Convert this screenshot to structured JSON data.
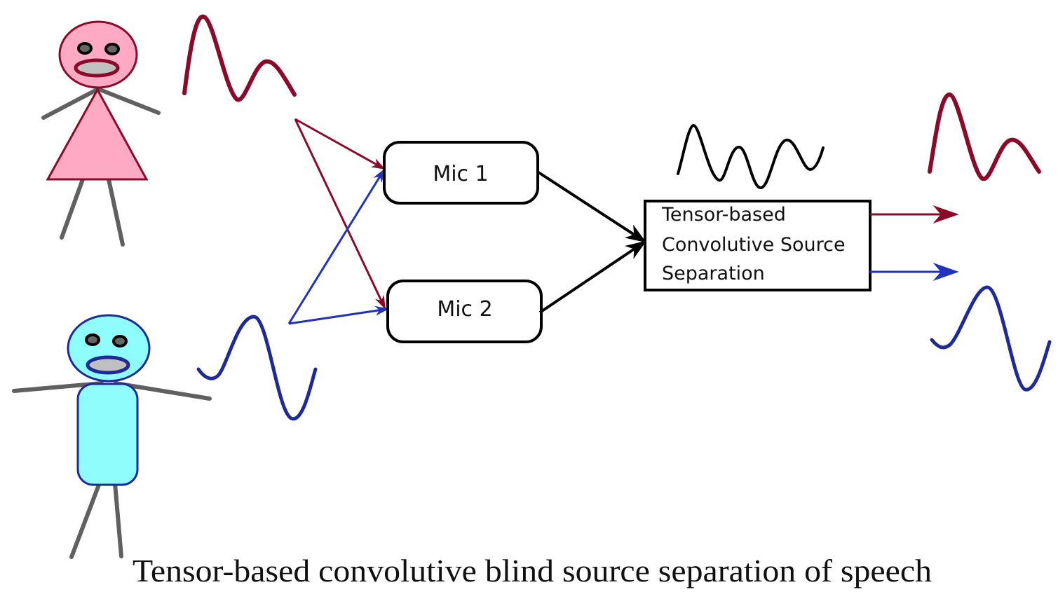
{
  "title": "Tensor-based convolutive blind source separation of speech",
  "colors": {
    "source1": "#8b0a2a",
    "source2": "#1f2a99",
    "mixture": "#000000",
    "speaker1_fill": "#ffaac4",
    "speaker2_fill": "#8ffdfb",
    "limb": "#606060",
    "mouth": "#c0c0c0",
    "eye": "#666666"
  },
  "speakers": [
    {
      "id": "speaker-1",
      "figure": "female",
      "signal": "source-1-waveform"
    },
    {
      "id": "speaker-2",
      "figure": "male",
      "signal": "source-2-waveform"
    }
  ],
  "microphones": [
    {
      "id": "mic-1",
      "label": "Mic 1"
    },
    {
      "id": "mic-2",
      "label": "Mic 2"
    }
  ],
  "processor": {
    "lines": [
      "Tensor-based",
      "Convolutive Source",
      "Separation"
    ]
  },
  "connections": [
    {
      "from": "speaker-1",
      "to": "mic-1",
      "color": "source1"
    },
    {
      "from": "speaker-1",
      "to": "mic-2",
      "color": "source1"
    },
    {
      "from": "speaker-2",
      "to": "mic-1",
      "color": "source2"
    },
    {
      "from": "speaker-2",
      "to": "mic-2",
      "color": "source2"
    },
    {
      "from": "mic-1",
      "to": "processor",
      "color": "mixture"
    },
    {
      "from": "mic-2",
      "to": "processor",
      "color": "mixture"
    },
    {
      "from": "processor",
      "to": "output-1",
      "color": "source1"
    },
    {
      "from": "processor",
      "to": "output-2",
      "color": "source2"
    }
  ],
  "outputs": [
    {
      "id": "output-1",
      "signal": "separated-source-1-waveform"
    },
    {
      "id": "output-2",
      "signal": "separated-source-2-waveform"
    }
  ]
}
